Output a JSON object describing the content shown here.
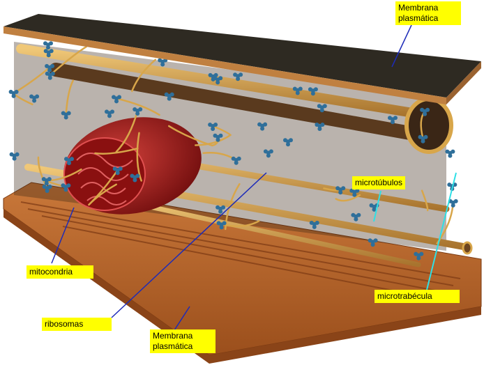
{
  "labels": {
    "membrana_top": {
      "line1": "Membrana",
      "line2": "plasmática"
    },
    "membrana_bottom": {
      "line1": "Membrana",
      "line2": "plasmática"
    },
    "microtubulos": "microtúbulos",
    "microtrabecula": "microtrabécula",
    "mitocondria": "mitocondria",
    "ribosomas": "ribosomas"
  },
  "colors": {
    "label_bg": "#ffff00",
    "pointer_blue": "#1d2bb8",
    "pointer_cyan": "#2fe0e6",
    "membrane_top": "#2e2a22",
    "membrane_edge": "#b87a3a",
    "membrane_bottom": "#b8662a",
    "mesh": "#d8a64a",
    "mitochondrion": "#a01818",
    "ribosome": "#2f6f9a"
  }
}
